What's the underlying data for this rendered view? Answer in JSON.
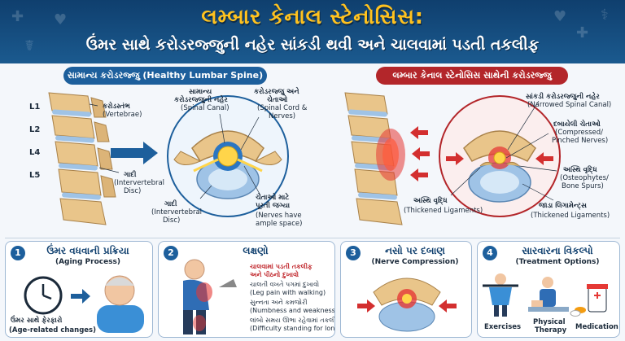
{
  "header": {
    "title": "લમ્બાર કેનાલ સ્ટેનોસિસ:",
    "subtitle": "ઉંમર સાથે કરોડરજ્જુની નહેર સાંકડી થવી અને ચાલવામાં પડતી તકલીફ"
  },
  "normal": {
    "heading": "સામાન્ય કરોડરજ્જુ (Healthy Lumbar Spine)",
    "levels": [
      "L1",
      "L2",
      "L4",
      "L5"
    ],
    "vertebra_gu": "કરોડસ્તંભ",
    "vertebra_en": "(Vertebrae)",
    "disc_gu": "ગાદી",
    "disc_en1": "(Intervertebral",
    "disc_en2": "Disc)",
    "canal_gu1": "સામાન્ય",
    "canal_gu2": "કરોડરજ્જુની નહેર",
    "canal_en": "(Spinal Canal)",
    "cord_gu1": "કરોડરજ્જુ અને",
    "cord_gu2": "ચેતાઓ",
    "cord_en1": "(Spinal Cord &",
    "cord_en2": "Nerves)",
    "disc2_gu": "ગાદી",
    "disc2_en1": "(Intervertebral",
    "disc2_en2": "Disc)",
    "space_gu1": "ચેતાઓ માટે",
    "space_gu2": "પૂરતી જગ્યા",
    "space_en1": "(Nerves have",
    "space_en2": "ample space)"
  },
  "stenosis": {
    "heading": "લમ્બાર કેનાલ સ્ટેનોસિસ સાથેની કરોડરજ્જુ",
    "narrow_gu": "સાંકડી કરોડરજ્જુની નહેર",
    "narrow_en": "(Narrowed Spinal Canal)",
    "compressed_gu": "દબાયેલી ચેતાઓ",
    "compressed_en1": "(Compressed/",
    "compressed_en2": "Pinched Nerves)",
    "osteo_gu": "અસ્થિ વૃદ્ધિ",
    "osteo_en1": "(Osteophytes/",
    "osteo_en2": "Bone Spurs)",
    "lig_gu": "અસ્થિ વૃદ્ધિ",
    "lig_en": "(Thickened Ligaments)",
    "lig2_gu": "જાડા લિગામેન્ટ્સ",
    "lig2_en": "(Thickened Ligaments)"
  },
  "boxes": [
    {
      "num": "1",
      "title": "ઉંમર વધવાની પ્રક્રિયા",
      "subtitle": "(Aging Process)",
      "caption_gu": "ઉંમર સાથે ફેરફારો",
      "caption_en": "(Age-related changes)"
    },
    {
      "num": "2",
      "title": "લક્ષણો",
      "symptoms": [
        {
          "gu": "ચાલવામાં પડતી તકલીફ",
          "gu2": "અને પીઠનો દુખાવો",
          "en": ""
        },
        {
          "gu": "ચાલતી વખતે પગમાં દુખાવો",
          "gu2": "",
          "en": "(Leg pain with walking)"
        },
        {
          "gu": "સુન્નતા અને કમજોરી",
          "gu2": "",
          "en": "(Numbness and weakness)"
        },
        {
          "gu": "લાંબો સમય ઊભા રહેવામાં તકલીફ",
          "gu2": "",
          "en": "(Difficulty standing for long)"
        }
      ]
    },
    {
      "num": "3",
      "title": "નસો પર દબાણ",
      "subtitle": "(Nerve Compression)"
    },
    {
      "num": "4",
      "title": "સારવારના વિકલ્પો",
      "subtitle": "(Treatment Options)",
      "options": [
        "Exercises",
        "Physical",
        "Therapy",
        "Medication"
      ]
    }
  ],
  "colors": {
    "navy": "#0f3f6e",
    "gold": "#ffc21f",
    "blue_pill": "#1d5f9c",
    "red_pill": "#b3262a",
    "bone": "#e9c58a",
    "disc": "#9fc3e6",
    "nerve": "#ffd54a",
    "inflamed": "#e53935"
  }
}
